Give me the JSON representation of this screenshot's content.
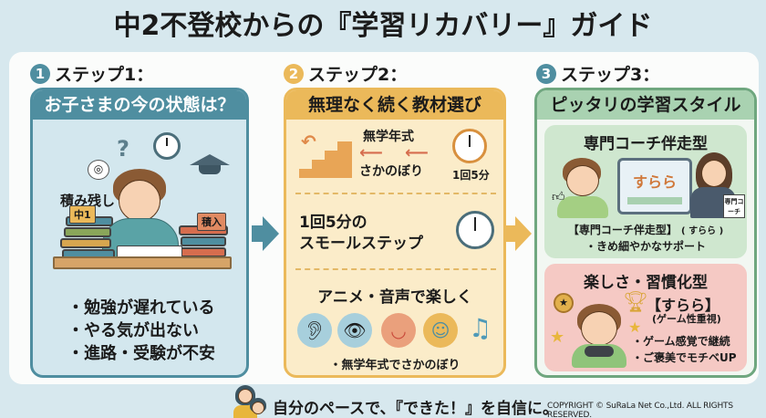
{
  "title": "中2不登校からの『学習リカバリー』ガイド",
  "colors": {
    "background": "#d7e8ee",
    "step1_accent": "#4f8ea0",
    "step2_accent": "#ebb95a",
    "step3_accent": "#6fa77f",
    "step3_sub1_bg": "#cfe7cf",
    "step3_sub2_bg": "#f5c9c4"
  },
  "steps": [
    {
      "number": "1",
      "label": "ステップ1：",
      "card_title": "お子さまの今の状態は？",
      "illustration": {
        "caption": "積み残し",
        "book_tags": [
          "中1",
          "積入"
        ],
        "icons": [
          "question-mark-icon",
          "clock-icon",
          "graduation-cap-icon",
          "tangled-thought-icon"
        ]
      },
      "bullets": [
        "・勉強が遅れている",
        "・やる気が出ない",
        "・進路・受験が不安"
      ]
    },
    {
      "number": "2",
      "label": "ステップ2：",
      "card_title": "無理なく続く教材選び",
      "rows": [
        {
          "title": "無学年式",
          "subtitle": "さかのぼり",
          "clock_label": "1回5分"
        },
        {
          "line1": "1回5分の",
          "line2": "スモールステップ"
        },
        {
          "title": "アニメ・音声で楽しく",
          "icons": [
            "ear-icon",
            "eye-icon",
            "mouth-icon",
            "character-icon",
            "music-note-icon"
          ],
          "note": "・無学年式でさかのぼり"
        }
      ]
    },
    {
      "number": "3",
      "label": "ステップ3：",
      "card_title": "ピッタリの学習スタイル",
      "sub_cards": [
        {
          "title": "専門コーチ伴走型",
          "tablet_text": "すらら",
          "coach_sign": "専門コーチ",
          "caption_main": "【専門コーチ伴走型】",
          "caption_paren": "( すらら )",
          "bullet": "・きめ細やかなサポート"
        },
        {
          "title": "楽しさ・習慣化型",
          "brand": "【すらら】",
          "brand_sub": "(ゲーム性重視)",
          "bullets": [
            "・ゲーム感覚で継続",
            "・ご褒美でモチベUP"
          ]
        }
      ]
    }
  ],
  "footer": {
    "message": "自分のペースで、『できた！』を自信に。",
    "copyright": "COPYRIGHT © SuRaLa Net Co.,Ltd. ALL RIGHTS RESERVED."
  }
}
